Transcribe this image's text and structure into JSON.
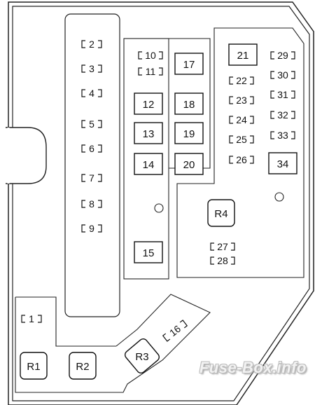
{
  "diagram": {
    "mini_fuses": [
      "2",
      "3",
      "4",
      "5",
      "6",
      "7",
      "8",
      "9",
      "10",
      "11",
      "22",
      "23",
      "24",
      "25",
      "26",
      "29",
      "30",
      "31",
      "32",
      "33",
      "27",
      "28",
      "1",
      "16"
    ],
    "large_fuses": [
      "17",
      "12",
      "18",
      "13",
      "19",
      "14",
      "20",
      "15",
      "21",
      "34"
    ],
    "relays": [
      "R4",
      "R1",
      "R2",
      "R3"
    ]
  },
  "watermark": "Fuse-Box.info"
}
